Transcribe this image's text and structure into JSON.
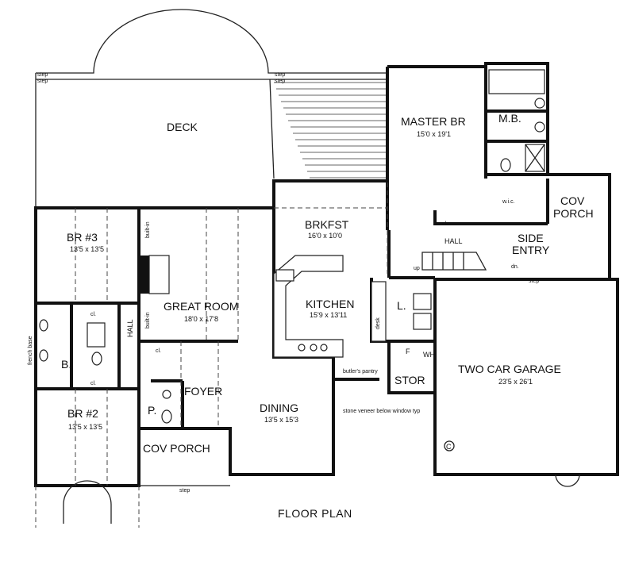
{
  "title": "FLOOR PLAN",
  "rooms": {
    "deck": {
      "name": "DECK"
    },
    "master_br": {
      "name": "MASTER BR",
      "size": "15'0 x 19'1"
    },
    "mb": {
      "name": "M.B."
    },
    "wic": {
      "name": "w.i.c."
    },
    "cov_porch_side": {
      "name": "COV",
      "name2": "PORCH"
    },
    "side_entry": {
      "name": "SIDE",
      "name2": "ENTRY"
    },
    "hall_upper": {
      "name": "HALL"
    },
    "brkfst": {
      "name": "BRKFST",
      "size": "16'0 x 10'0"
    },
    "kitchen": {
      "name": "KITCHEN",
      "size": "15'9 x 13'11"
    },
    "br3": {
      "name": "BR #3",
      "size": "13'5 x 13'5"
    },
    "great_room": {
      "name": "GREAT ROOM",
      "size": "18'0 x 17'8"
    },
    "hall_left": {
      "name": "HALL"
    },
    "bath": {
      "name": "B."
    },
    "laundry": {
      "name": "L."
    },
    "stor": {
      "name": "STOR"
    },
    "garage": {
      "name": "TWO CAR GARAGE",
      "size": "23'5 x 26'1"
    },
    "foyer": {
      "name": "FOYER"
    },
    "powder": {
      "name": "P."
    },
    "dining": {
      "name": "DINING",
      "size": "13'5 x 15'3"
    },
    "br2": {
      "name": "BR #2",
      "size": "13'5 x 13'5"
    },
    "cov_porch_front": {
      "name": "COV PORCH"
    }
  },
  "notes": {
    "step": "step",
    "built_in": "built-in",
    "closet": "cl.",
    "up": "up",
    "dn": "dn.",
    "desk": "desk",
    "butlers_pantry": "butler's pantry",
    "stone_veneer": "stone veneer below window typ",
    "french_base": "french base",
    "wh": "WH",
    "f": "F",
    "c": "C"
  }
}
